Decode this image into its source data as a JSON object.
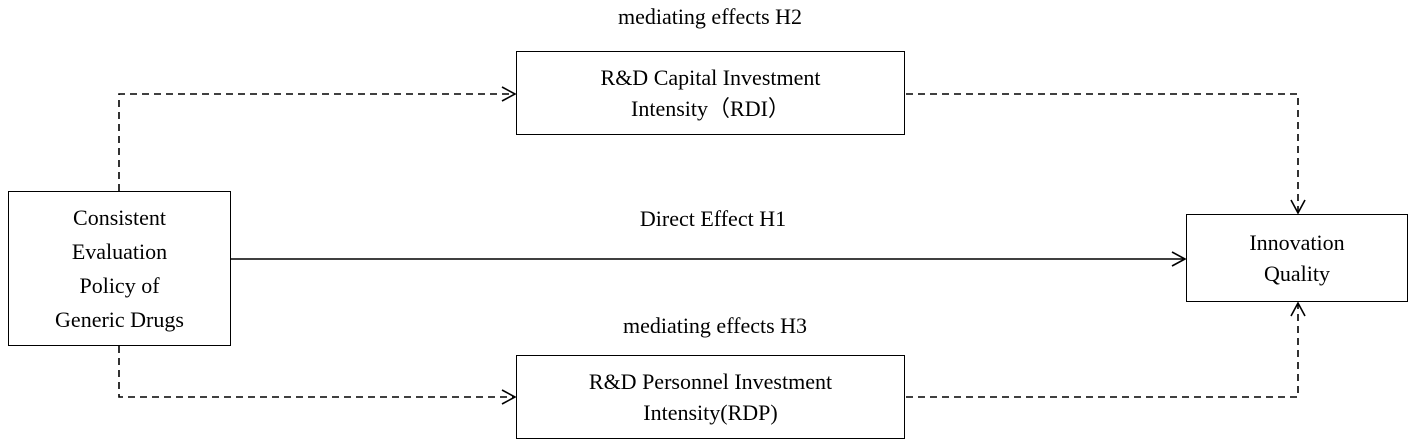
{
  "nodes": {
    "policy": {
      "lines": [
        "Consistent",
        "Evaluation",
        "Policy of",
        "Generic Drugs"
      ]
    },
    "rdi": {
      "lines": [
        "R&D Capital Investment",
        "Intensity（RDI）"
      ]
    },
    "rdp": {
      "lines": [
        "R&D Personnel Investment",
        "Intensity(RDP)"
      ]
    },
    "iq": {
      "lines": [
        "Innovation",
        "Quality"
      ]
    }
  },
  "labels": {
    "h2": "mediating effects H2",
    "h1": "Direct Effect H1",
    "h3": "mediating effects H3"
  },
  "colors": {
    "line": "#000000",
    "background": "#ffffff"
  }
}
